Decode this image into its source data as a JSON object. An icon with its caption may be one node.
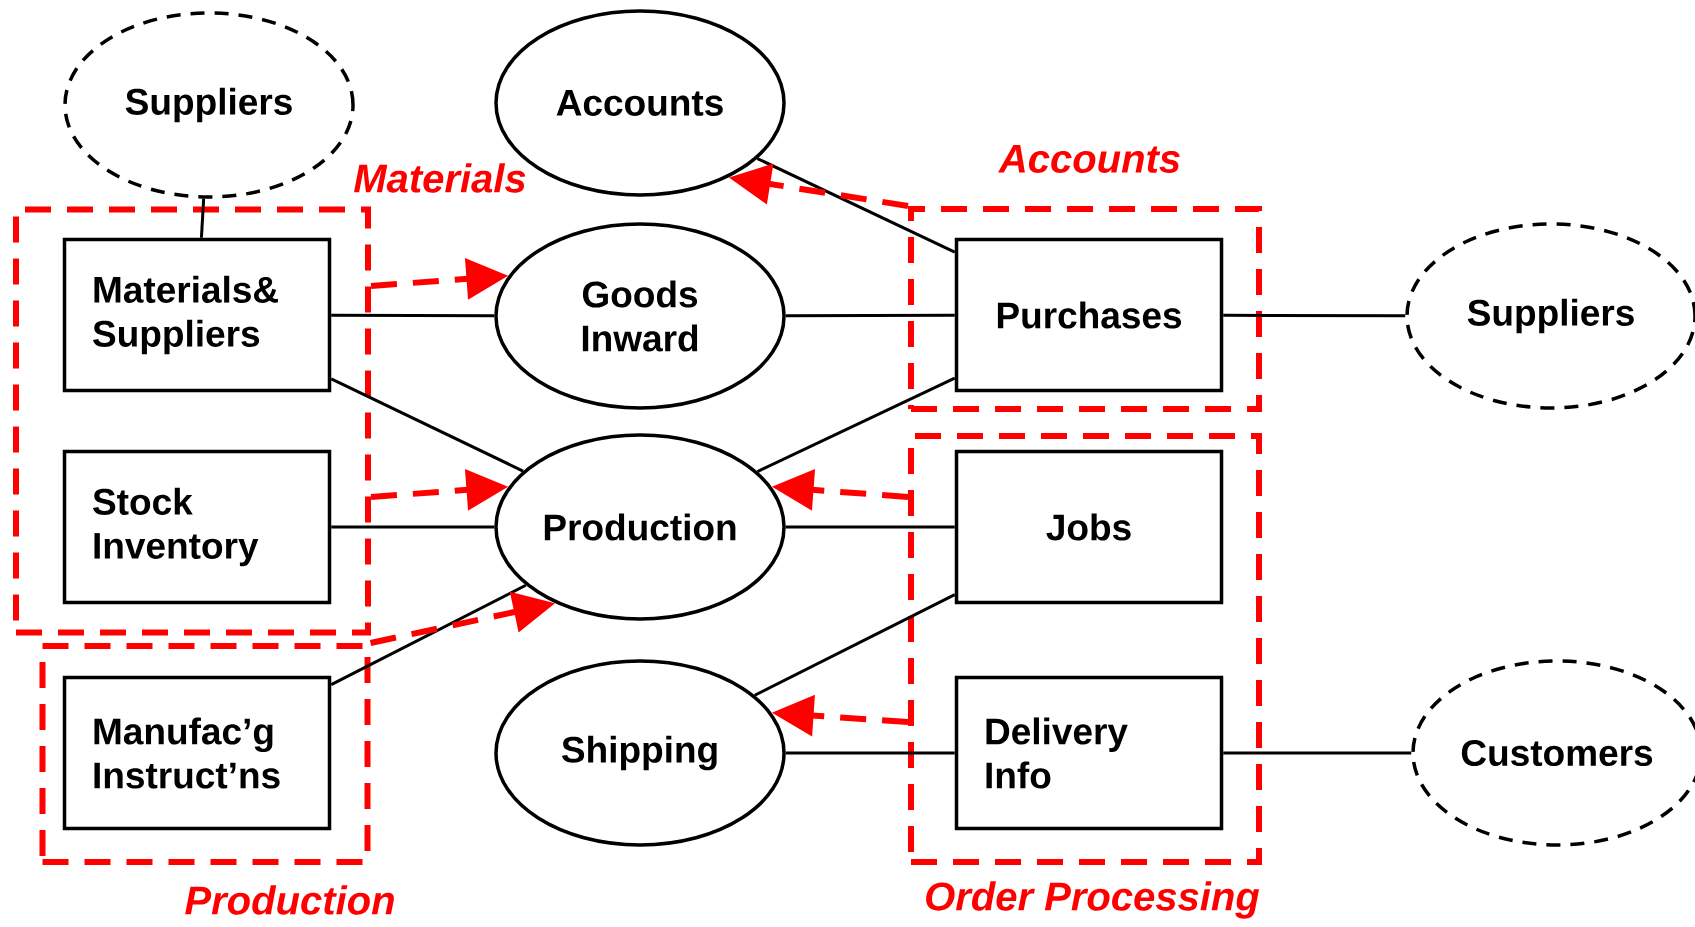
{
  "diagram": {
    "nodes": [
      {
        "text": [
          "Suppliers"
        ]
      },
      {
        "text": [
          "Accounts"
        ]
      },
      {
        "text": [
          "Materials"
        ]
      },
      {
        "text": [
          "Accounts"
        ]
      },
      {
        "text": [
          "Materials& Suppliers"
        ],
        "in": 2
      },
      {
        "text": [
          "Goods Inward"
        ]
      },
      {
        "text": [
          "Purchases"
        ],
        "in": 3
      },
      {
        "text": [
          "Suppliers"
        ]
      },
      {
        "text": [
          "Stock Inventory"
        ],
        "in": 2
      },
      {
        "text": [
          "Production"
        ]
      },
      {
        "text": [
          "Order Processing"
        ]
      },
      {
        "text": [
          "Jobs"
        ],
        "in": 10
      },
      {
        "text": [
          "Production"
        ]
      },
      {
        "text": [
          "Manufac’g Instruct’ns"
        ],
        "in": 12
      },
      {
        "text": [
          "Shipping"
        ]
      },
      {
        "text": [
          "Delivery Info"
        ],
        "in": 10
      },
      {
        "text": [
          "Customers"
        ]
      }
    ],
    "edges": [
      {
        "from": 0,
        "to": 4,
        "arrow": "none"
      },
      {
        "from": 4,
        "to": 5,
        "arrow": "none"
      },
      {
        "from": 4,
        "to": 9,
        "arrow": "none"
      },
      {
        "from": 8,
        "to": 9,
        "arrow": "none"
      },
      {
        "from": 13,
        "to": 9,
        "arrow": "none"
      },
      {
        "from": 1,
        "to": 6,
        "arrow": "none"
      },
      {
        "from": 5,
        "to": 6,
        "arrow": "none"
      },
      {
        "from": 6,
        "to": 9,
        "arrow": "none"
      },
      {
        "from": 6,
        "to": 7,
        "arrow": "none"
      },
      {
        "from": 9,
        "to": 11,
        "arrow": "none"
      },
      {
        "from": 11,
        "to": 14,
        "arrow": "none"
      },
      {
        "from": 14,
        "to": 15,
        "arrow": "none"
      },
      {
        "from": 15,
        "to": 16,
        "arrow": "none"
      },
      {
        "from": 2,
        "to": 5,
        "arrow": "to",
        "style": "dashed",
        "color": "#ff0000"
      },
      {
        "from": 2,
        "to": 9,
        "arrow": "to",
        "style": "dashed",
        "color": "#ff0000"
      },
      {
        "from": 12,
        "to": 9,
        "arrow": "to",
        "style": "dashed",
        "color": "#ff0000"
      },
      {
        "from": 3,
        "to": 1,
        "arrow": "to",
        "style": "dashed",
        "color": "#ff0000"
      },
      {
        "from": 10,
        "to": 9,
        "arrow": "to",
        "style": "dashed",
        "color": "#ff0000"
      },
      {
        "from": 10,
        "to": 14,
        "arrow": "to",
        "style": "dashed",
        "color": "#ff0000"
      }
    ]
  }
}
